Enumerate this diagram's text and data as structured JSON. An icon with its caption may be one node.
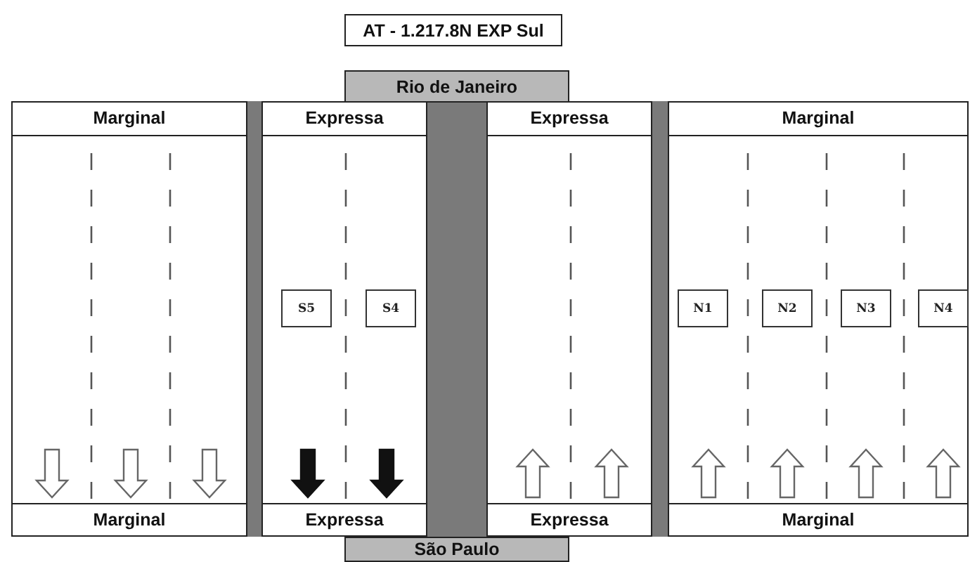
{
  "diagram": {
    "nodes": [
      {
        "text": [
          "AT - 1.217.8N EXP Sul"
        ]
      },
      {
        "text": [
          "Rio de Janeiro"
        ]
      },
      {
        "text": [
          "Marginal",
          "Marginal"
        ]
      },
      {
        "text": [
          "Expressa",
          "Expressa"
        ]
      },
      {
        "text": [
          "S5"
        ],
        "in": 3
      },
      {
        "text": [
          "S4"
        ],
        "in": 3
      },
      {
        "text": [
          "Expressa",
          "Expressa"
        ]
      },
      {
        "text": [
          "Marginal",
          "Marginal"
        ]
      },
      {
        "text": [
          "N1"
        ],
        "in": 7
      },
      {
        "text": [
          "N2"
        ],
        "in": 7
      },
      {
        "text": [
          "N3"
        ],
        "in": 7
      },
      {
        "text": [
          "N4"
        ],
        "in": 7
      },
      {
        "text": [
          "São Paulo"
        ]
      }
    ]
  }
}
